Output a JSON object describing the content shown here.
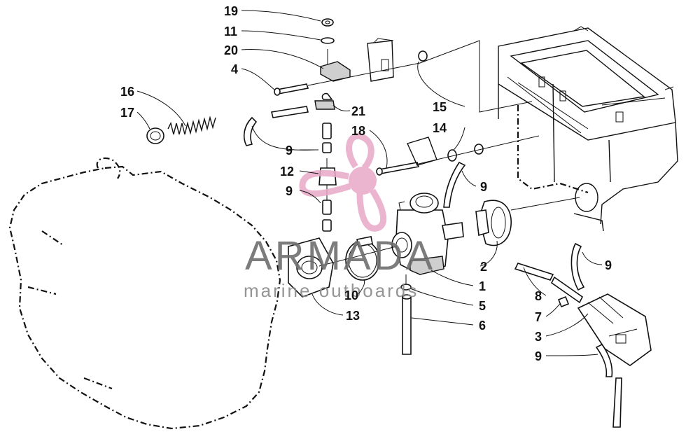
{
  "watermark": {
    "brand": "ARMADA",
    "tagline": "marine outboards",
    "logo_color": "#e8a7c7"
  },
  "callouts": [
    "19",
    "11",
    "20",
    "4",
    "16",
    "17",
    "21",
    "15",
    "14",
    "18",
    "9",
    "12",
    "9",
    "9",
    "2",
    "1",
    "5",
    "6",
    "10",
    "13",
    "9",
    "8",
    "7",
    "3",
    "9"
  ]
}
